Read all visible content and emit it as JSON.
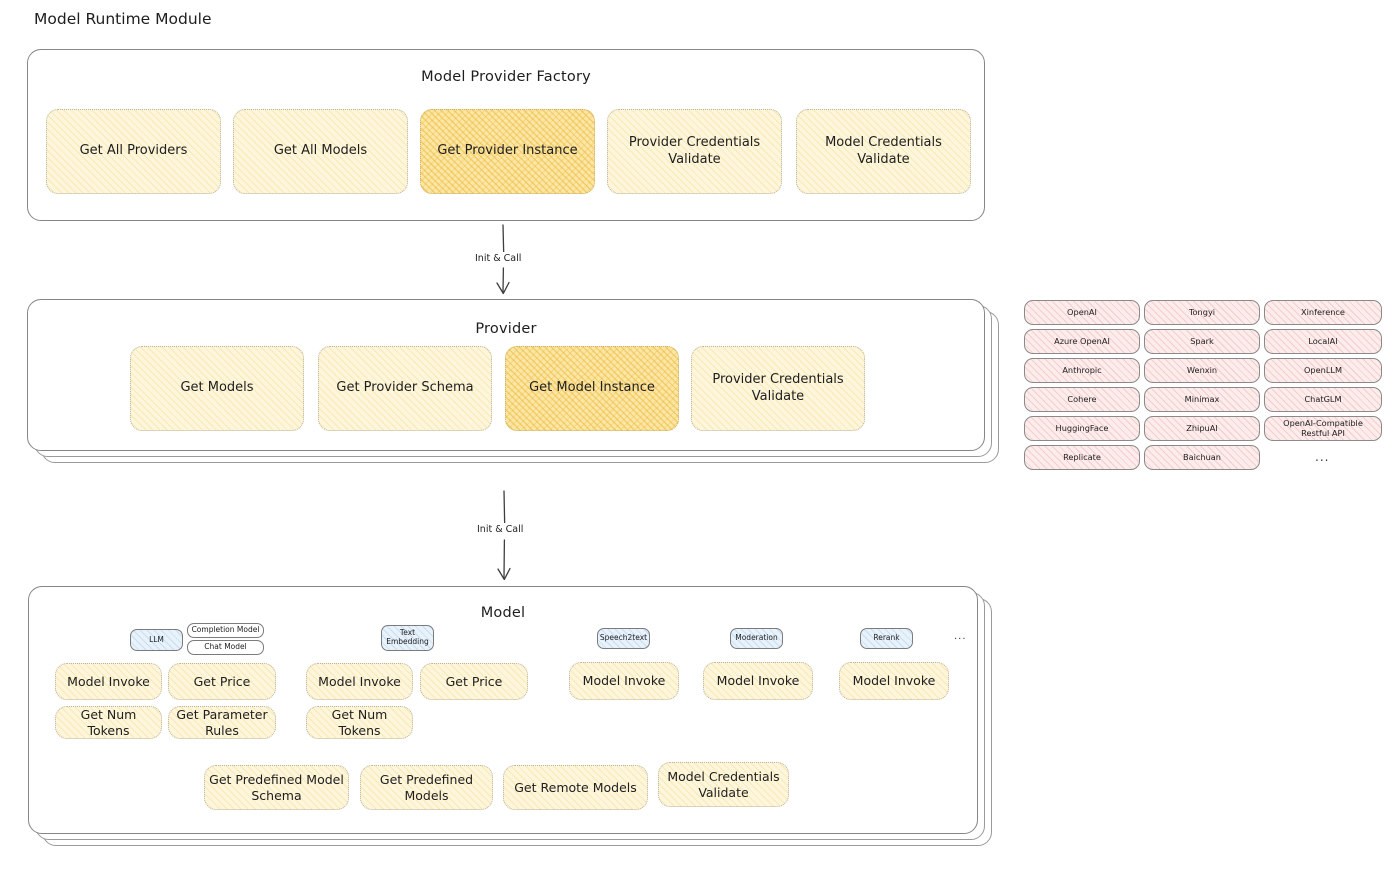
{
  "page": {
    "heading": "Model Runtime Module"
  },
  "factory": {
    "title": "Model Provider Factory",
    "methods": [
      {
        "label": "Get All Providers",
        "highlighted": false
      },
      {
        "label": "Get All Models",
        "highlighted": false
      },
      {
        "label": "Get Provider Instance",
        "highlighted": true
      },
      {
        "label": "Provider Credentials Validate",
        "highlighted": false
      },
      {
        "label": "Model Credentials Validate",
        "highlighted": false
      }
    ]
  },
  "arrows": [
    {
      "label": "Init & Call"
    },
    {
      "label": "Init & Call"
    }
  ],
  "provider": {
    "title": "Provider",
    "methods": [
      {
        "label": "Get Models",
        "highlighted": false
      },
      {
        "label": "Get Provider Schema",
        "highlighted": false
      },
      {
        "label": "Get Model Instance",
        "highlighted": true
      },
      {
        "label": "Provider Credentials Validate",
        "highlighted": false
      }
    ]
  },
  "provider_list": {
    "columns": [
      [
        "OpenAI",
        "Azure OpenAI",
        "Anthropic",
        "Cohere",
        "HuggingFace",
        "Replicate"
      ],
      [
        "Tongyi",
        "Spark",
        "Wenxin",
        "Minimax",
        "ZhipuAI",
        "Baichuan"
      ],
      [
        "Xinference",
        "LocalAI",
        "OpenLLM",
        "ChatGLM",
        "OpenAI-Compatible Restful API"
      ]
    ],
    "more": "..."
  },
  "model": {
    "title": "Model",
    "more": "...",
    "types": [
      {
        "tag": "LLM",
        "subtags": [
          "Completion Model",
          "Chat Model"
        ],
        "methods": [
          {
            "label": "Model Invoke",
            "highlighted": true
          },
          {
            "label": "Get Price",
            "highlighted": false
          },
          {
            "label": "Get Num Tokens",
            "highlighted": false
          },
          {
            "label": "Get Parameter Rules",
            "highlighted": false
          }
        ]
      },
      {
        "tag": "Text Embedding",
        "subtags": [],
        "methods": [
          {
            "label": "Model Invoke",
            "highlighted": true
          },
          {
            "label": "Get Price",
            "highlighted": false
          },
          {
            "label": "Get Num Tokens",
            "highlighted": false
          }
        ]
      },
      {
        "tag": "Speech2text",
        "subtags": [],
        "methods": [
          {
            "label": "Model Invoke",
            "highlighted": true
          }
        ]
      },
      {
        "tag": "Moderation",
        "subtags": [],
        "methods": [
          {
            "label": "Model Invoke",
            "highlighted": true
          }
        ]
      },
      {
        "tag": "Rerank",
        "subtags": [],
        "methods": [
          {
            "label": "Model Invoke",
            "highlighted": true
          }
        ]
      }
    ],
    "shared_methods": [
      "Get Predefined Model Schema",
      "Get Predefined Models",
      "Get Remote Models",
      "Model Credentials Validate"
    ]
  },
  "colors": {
    "highlight_fill": "#fbe6a8",
    "box_fill": "#fdf6dd",
    "provider_chip_fill": "#fdecec",
    "tag_fill": "#e8f2fb",
    "stroke": "#868686",
    "text": "#1e1e1e"
  }
}
